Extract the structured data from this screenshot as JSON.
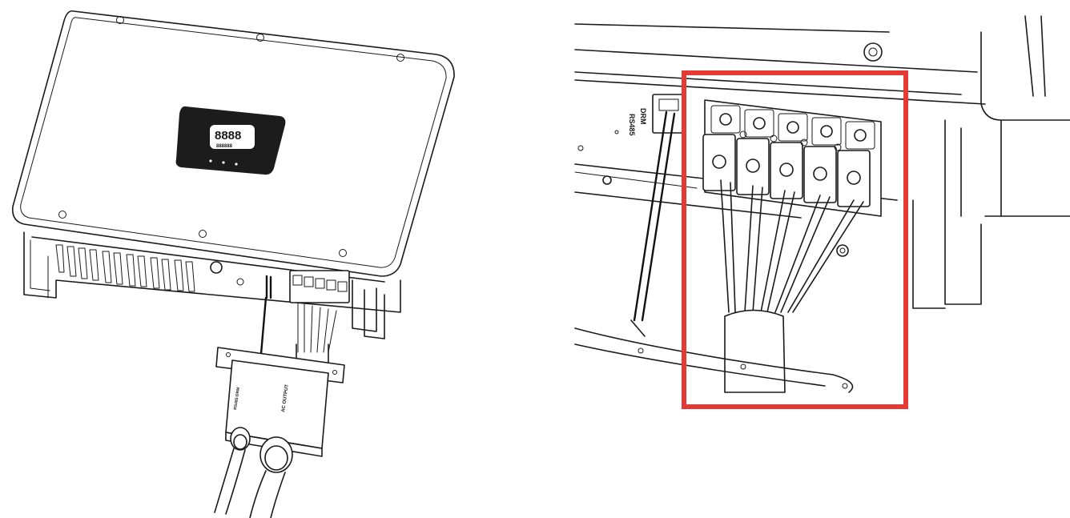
{
  "left_view": {
    "display_digits": "8888",
    "display_small": "888888",
    "junction_box_label_comm": "RS485-DRM",
    "junction_box_label_ac": "AC OUTPUT"
  },
  "right_view": {
    "port_label_drm": "DRM",
    "port_label_rs485": "RS485",
    "highlight_color": "#e53935",
    "terminal_count": 5
  }
}
